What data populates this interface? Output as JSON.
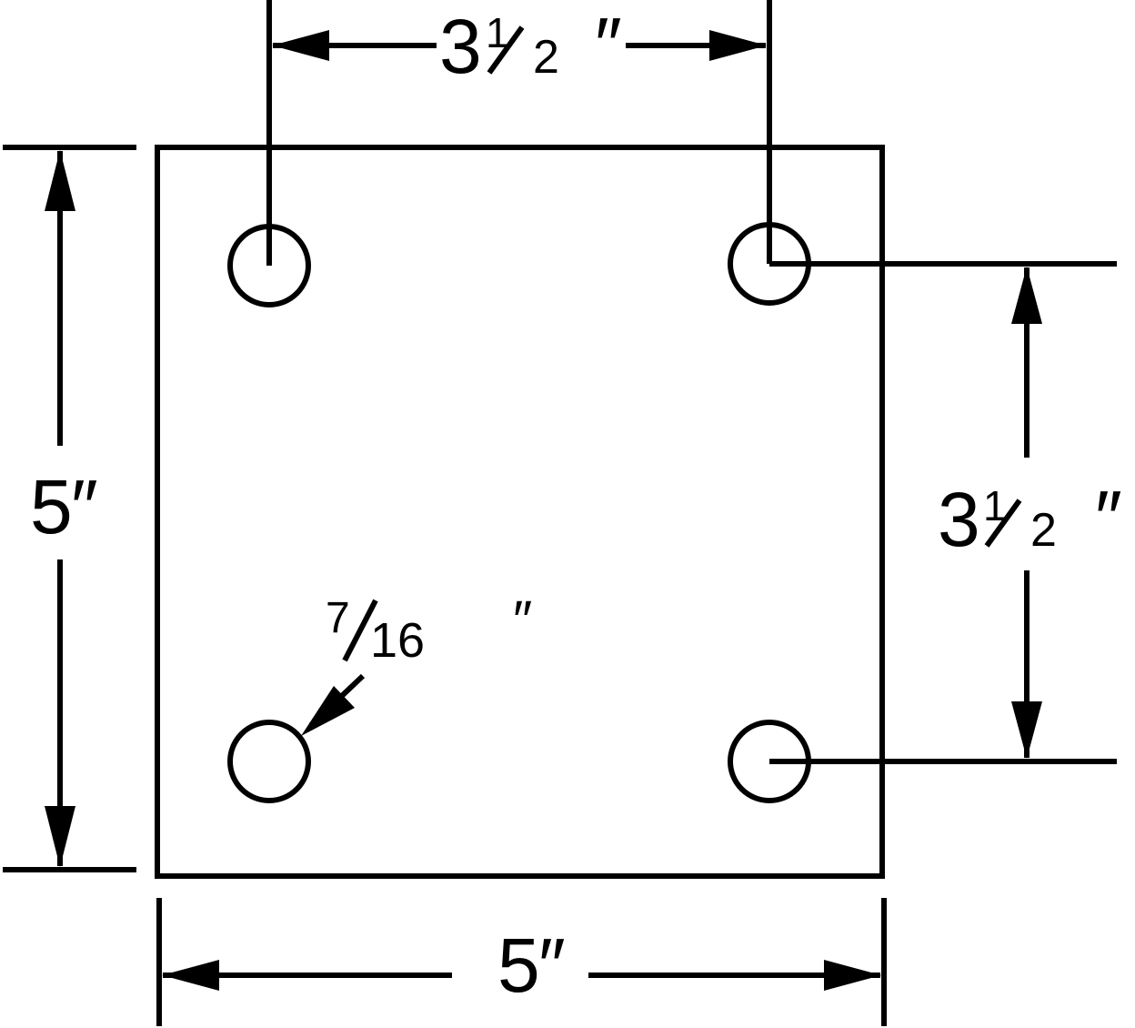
{
  "diagram": {
    "labels": {
      "top_spacing": {
        "whole": "3",
        "num": "1",
        "den": "2",
        "unit": "″"
      },
      "right_spacing": {
        "whole": "3",
        "num": "1",
        "den": "2",
        "unit": "″"
      },
      "left_height": {
        "whole": "5",
        "unit": "″"
      },
      "bottom_width": {
        "whole": "5",
        "unit": "″"
      },
      "hole_diameter": {
        "num": "7",
        "den": "16",
        "unit": "″"
      }
    },
    "colors": {
      "stroke": "#000000",
      "background": "#ffffff"
    }
  }
}
